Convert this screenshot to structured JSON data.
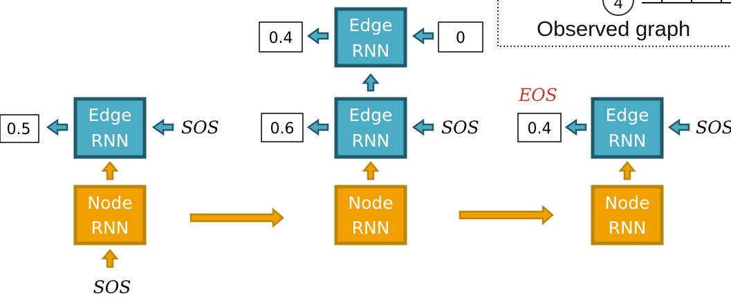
{
  "legend": {
    "number": "4",
    "label": "Observed graph"
  },
  "labels": {
    "edge_top": "Edge",
    "edge_bottom": "RNN",
    "node_top": "Node",
    "node_bottom": "RNN",
    "sos": "SOS",
    "eos": "EOS"
  },
  "values": {
    "step1_edge1_out": "0.5",
    "step2_edge1_out": "0.6",
    "step2_edge2_in": "0",
    "step2_edge2_out": "0.4",
    "step3_edge1_out": "0.4"
  },
  "colors": {
    "edge_fill": "#4bacc6",
    "edge_border": "#215968",
    "node_fill": "#f0a000",
    "node_border": "#b8860b",
    "teal_arrow": "#215968",
    "teal_arrow_inner": "#4bacc6",
    "gold_arrow": "#b8860b",
    "gold_arrow_inner": "#f0a000",
    "eos": "#c0392b"
  }
}
